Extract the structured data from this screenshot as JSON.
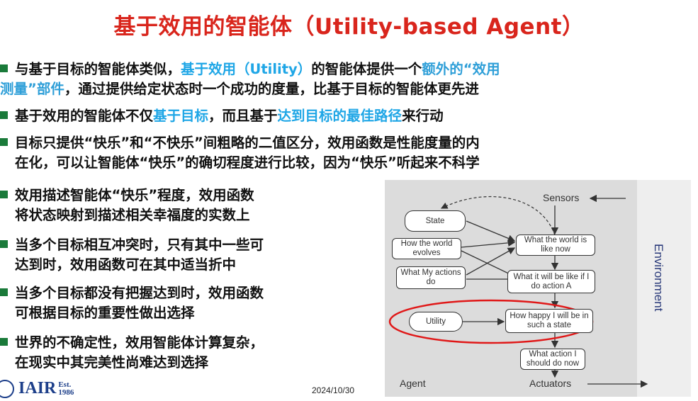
{
  "title": "基于效用的智能体（Utility-based Agent）",
  "bullets": [
    {
      "p1": "与基于目标的智能体类似，",
      "p2": "基于效用（Utility）",
      "p3": "的智能体提供一个",
      "p4": "额外的“效用",
      "l2a": "测量”部件",
      "l2b": "，通过提供给定状态时一个成功的度量，比基于目标的智能体更先进"
    },
    {
      "p1": "基于效用的智能体不仅",
      "p2": "基于目标",
      "p3": "，而且基于",
      "p4": "达到目标的最佳路径",
      "p5": "来行动"
    },
    {
      "line1": "目标只提供“快乐”和“不快乐”间粗略的二值区分，效用函数是性能度量的内",
      "line2": "在化，可以让智能体“快乐”的确切程度进行比较，因为“快乐”听起来不科学"
    },
    {
      "line1": "效用描述智能体“快乐”程度，效用函数",
      "line2": "将状态映射到描述相关幸福度的实数上"
    },
    {
      "line1": "当多个目标相互冲突时，只有其中一些可",
      "line2": "达到时，效用函数可在其中适当折中"
    },
    {
      "line1": "当多个目标都没有把握达到时，效用函数",
      "line2": "可根据目标的重要性做出选择"
    },
    {
      "line1": "世界的不确定性，效用智能体计算复杂，",
      "line2": "在现实中其完美性尚难达到选择"
    }
  ],
  "diagram": {
    "sensors": "Sensors",
    "state": "State",
    "world_evolves": "How the world evolves",
    "actions_do": "What My actions do",
    "utility": "Utility",
    "world_now": "What the world is like now",
    "world_if": "What it will be like if I do action A",
    "how_happy": "How happy I will be in such a state",
    "action_now": "What action I should do now",
    "agent": "Agent",
    "actuators": "Actuators",
    "environment": "Environment"
  },
  "logo": {
    "name": "IAIR",
    "est_top": "Est.",
    "est_year": "1986"
  },
  "date": "2024/10/30",
  "colors": {
    "title": "#d9251c",
    "highlight": "#1ea6e6",
    "bullet": "#1a7a3a",
    "ellipse": "#e01818"
  }
}
